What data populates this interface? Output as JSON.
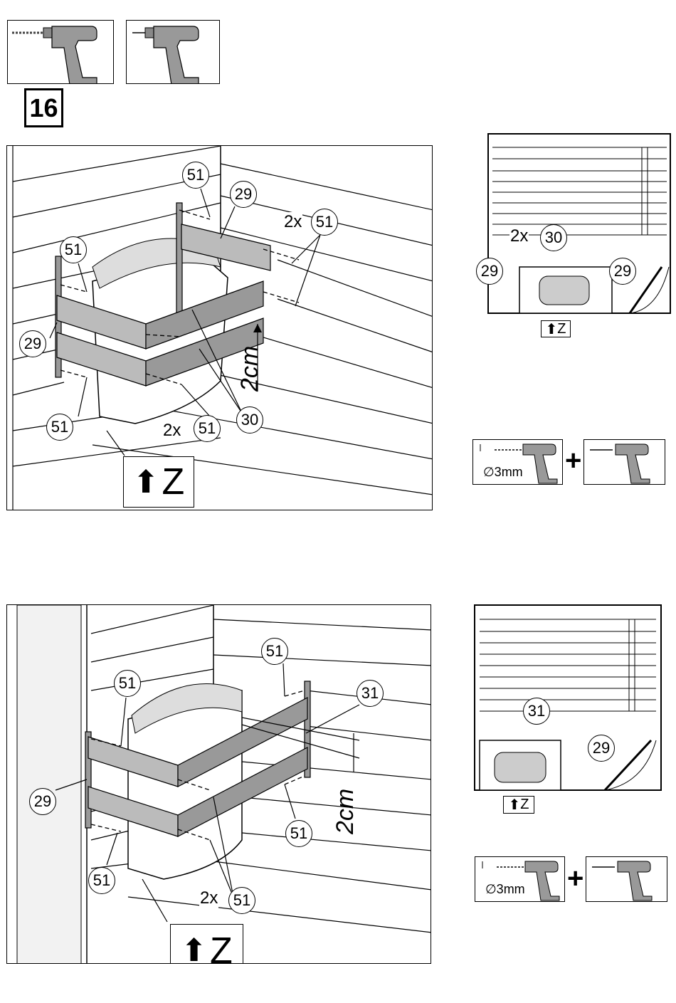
{
  "step": {
    "number": "16"
  },
  "top_tools": [
    {
      "icon": "drill-bit-icon"
    },
    {
      "icon": "screwdriver-icon"
    }
  ],
  "panel1": {
    "callouts": {
      "a": "51",
      "b": "29",
      "c": "51",
      "d": "51",
      "e": "29",
      "f": "51",
      "g": "51",
      "h": "30"
    },
    "qty_top": "2x",
    "qty_bottom": "2x",
    "dimension": "2cm",
    "z_label": "Z"
  },
  "plan1": {
    "qty": "2x",
    "callout_30": "30",
    "callout_29_left": "29",
    "callout_29_right": "29",
    "z_label": "Z"
  },
  "drill1": {
    "bit_label": "∅3mm",
    "plus": "+"
  },
  "panel2": {
    "callouts": {
      "a": "51",
      "b": "51",
      "c": "31",
      "d": "29",
      "e": "51",
      "f": "51",
      "g": "51"
    },
    "qty_bottom": "2x",
    "dimension": "2cm",
    "z_label": "Z"
  },
  "plan2": {
    "callout_31": "31",
    "callout_29": "29",
    "z_label": "Z"
  },
  "drill2": {
    "bit_label": "∅3mm",
    "plus": "+"
  }
}
